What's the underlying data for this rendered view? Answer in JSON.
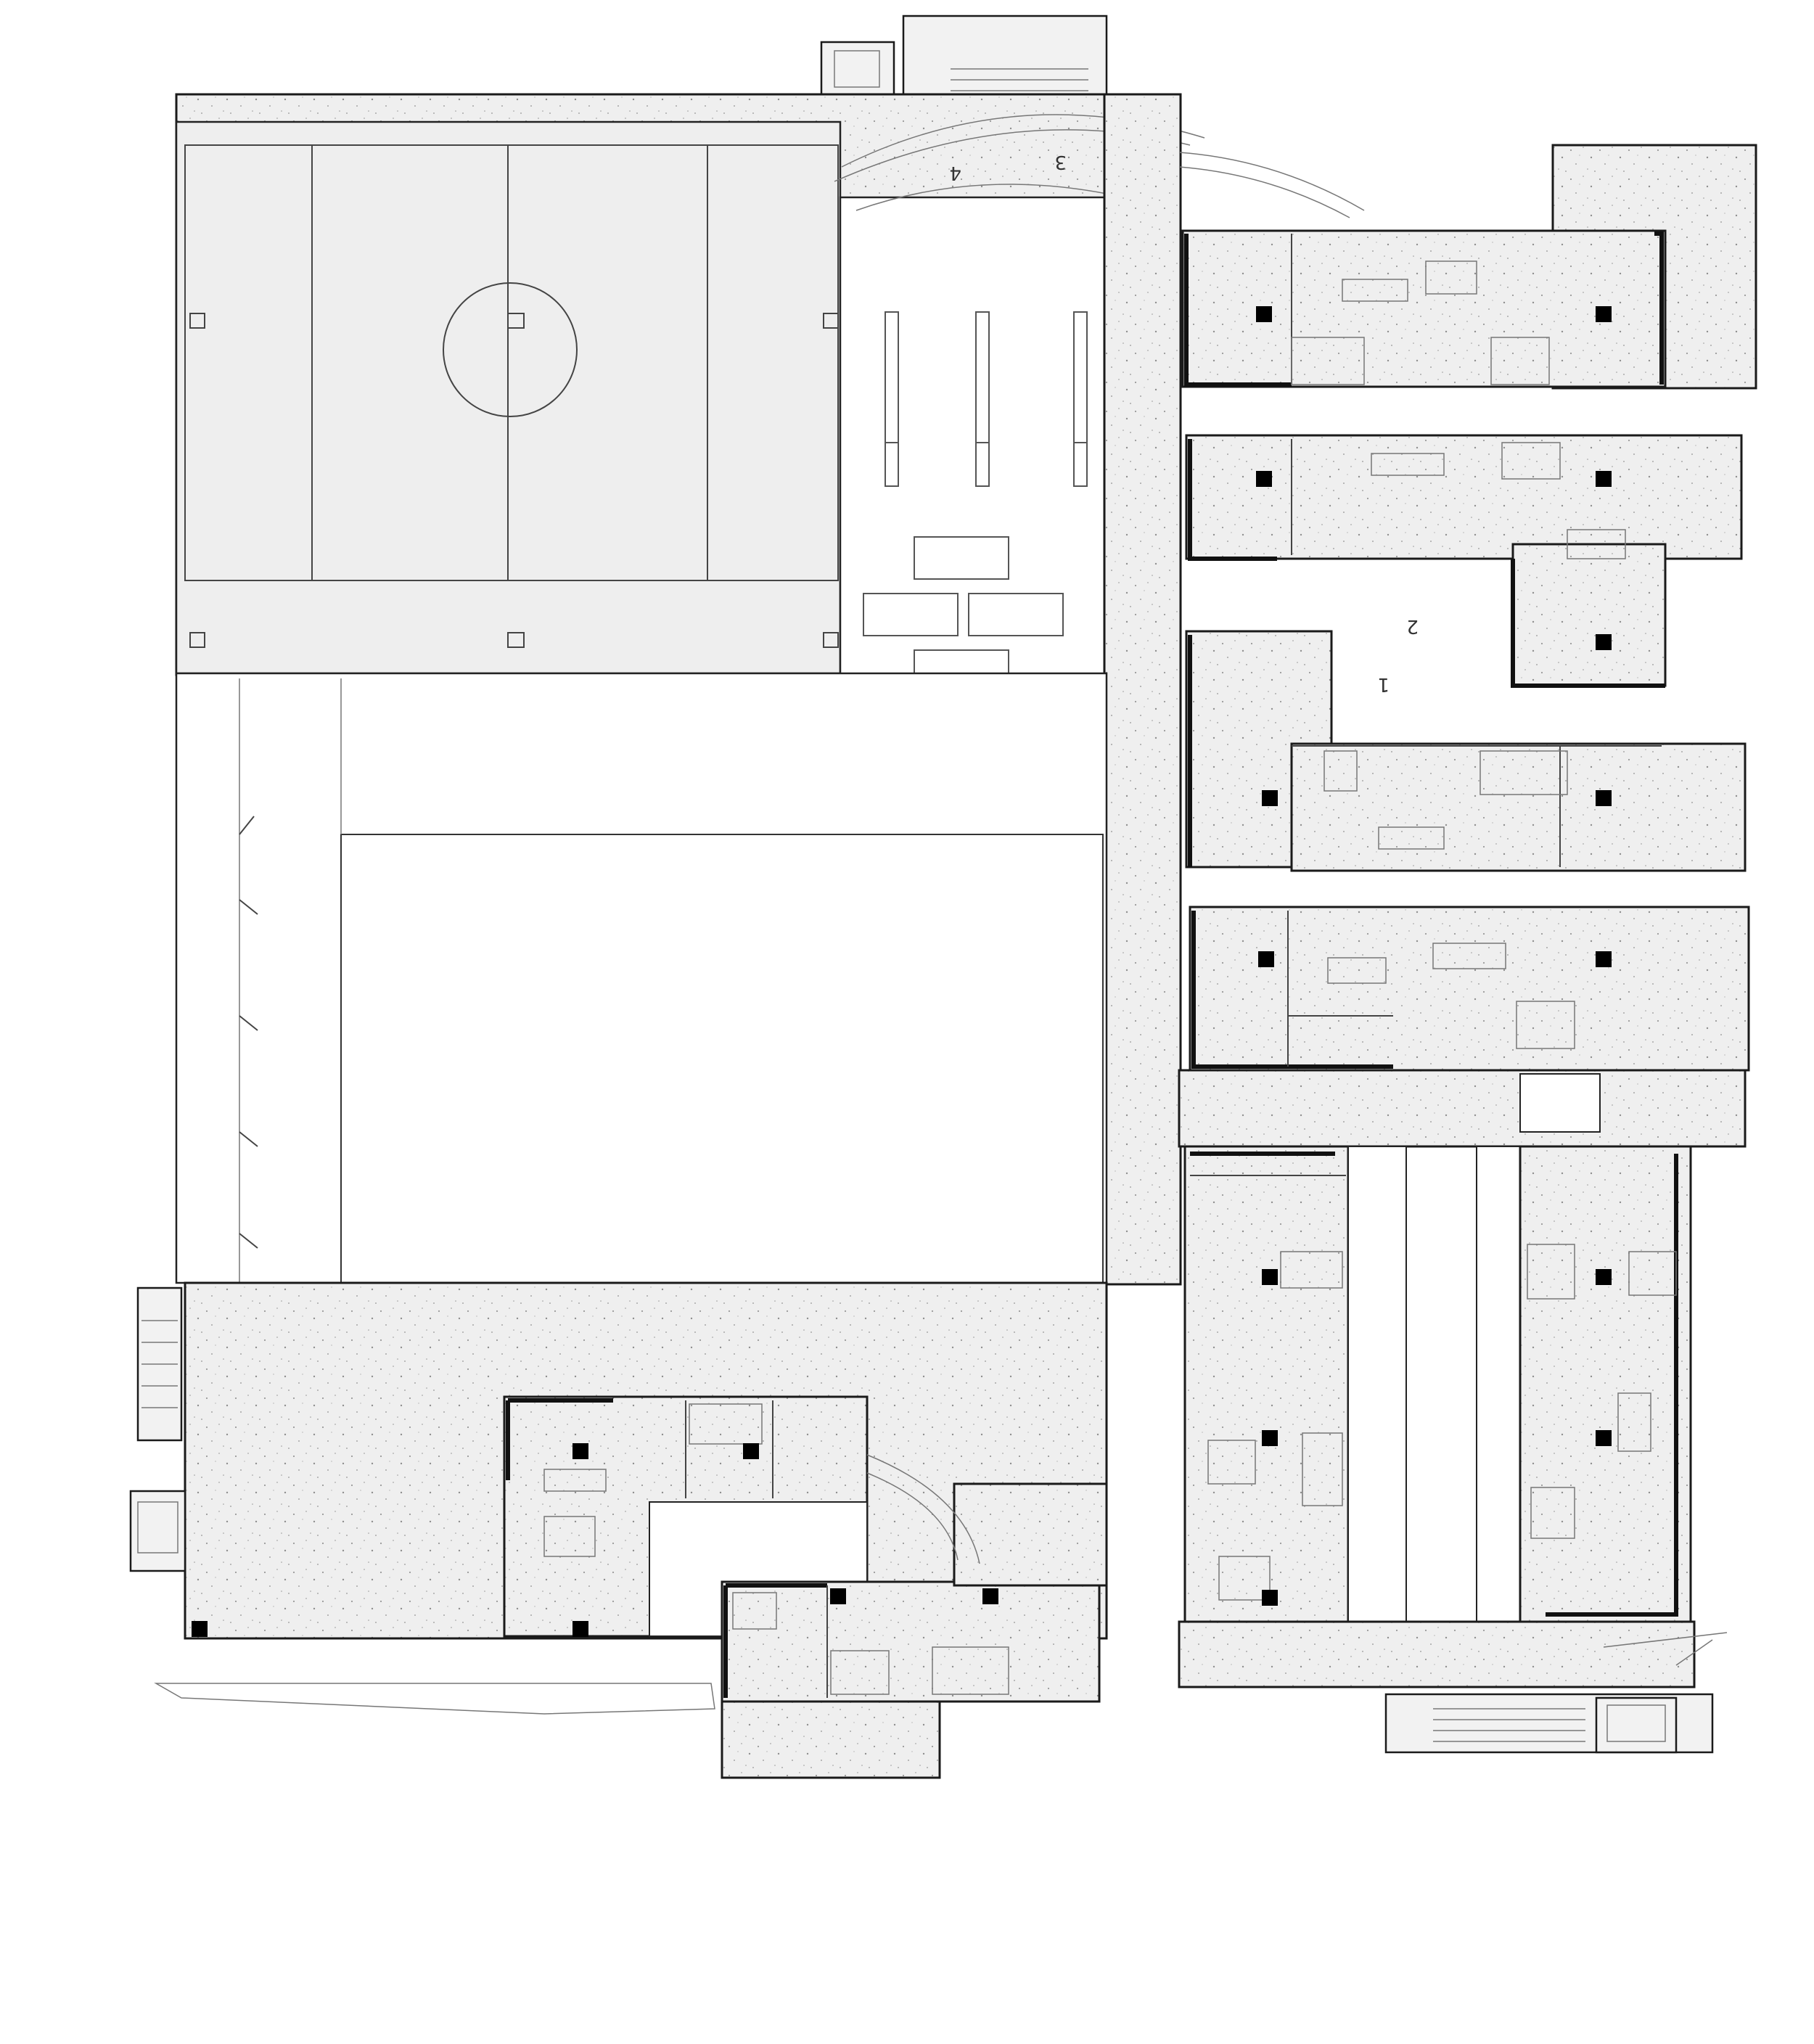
{
  "drawing": {
    "stair_numbers": [
      "1",
      "2",
      "3",
      "4"
    ]
  },
  "colors": {
    "slab_fill": "#ededed",
    "line": "#1a1a1a",
    "column": "#000000",
    "background": "#ffffff"
  }
}
